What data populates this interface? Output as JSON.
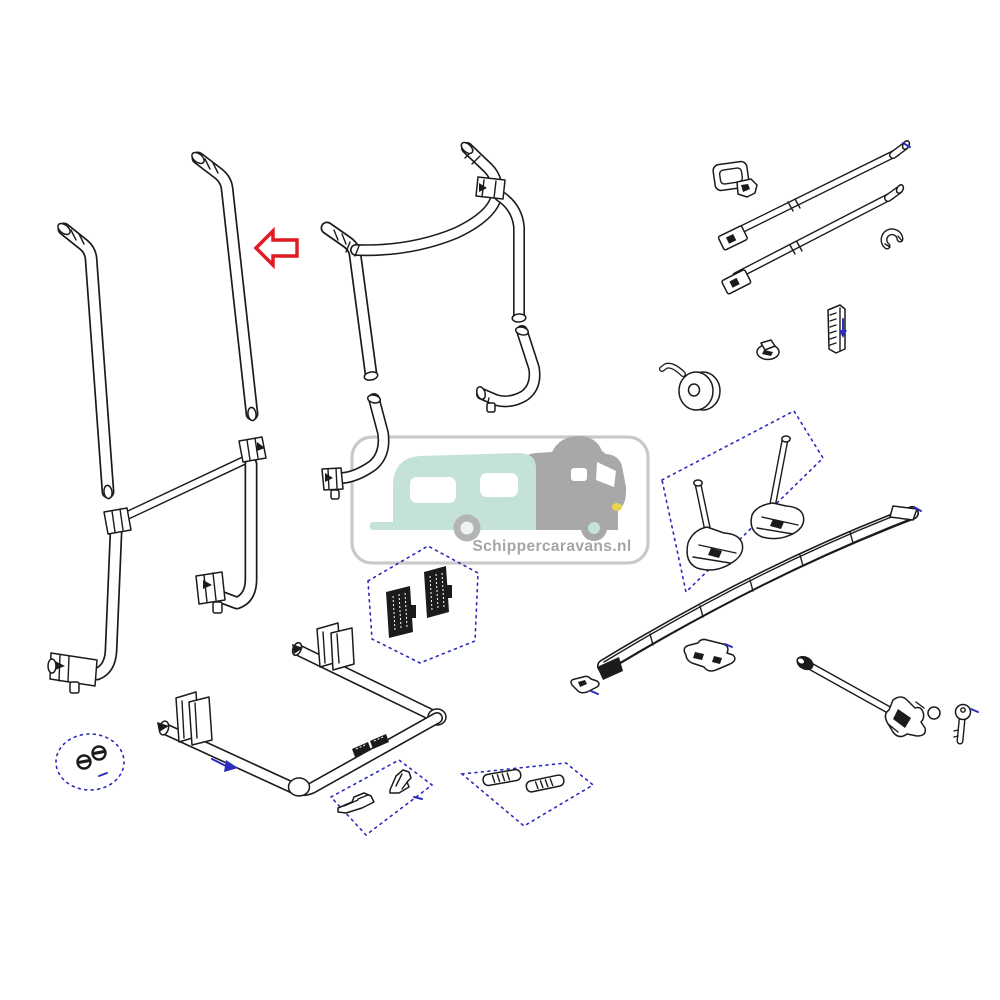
{
  "colors": {
    "line": "#1b1b1b",
    "red": "#e01b24",
    "blue": "#2b2bbd",
    "wm_border": "#c9c9c9",
    "wm_text": "#a5a5a5",
    "teal": "#c4e2da",
    "gray": "#a8a8a8",
    "wheel": "#b4b4b4",
    "wheel_hub": "#eef5f2",
    "yellow": "#e9d34b"
  },
  "watermark": {
    "text": "Schippercaravans.nl"
  },
  "diagram": {
    "type": "exploded-parts-line-drawing",
    "subject": "caravan rear carrier / ladder frame spare parts",
    "highlighted_part": "vertical-rail-highlighted",
    "parts": [
      {
        "name": "vertical-rail-left"
      },
      {
        "name": "vertical-rail-highlighted",
        "highlighted": true
      },
      {
        "name": "top-frame"
      },
      {
        "name": "elbow-tube-left"
      },
      {
        "name": "elbow-tube-right"
      },
      {
        "name": "mid-frame"
      },
      {
        "name": "bottom-frame"
      },
      {
        "name": "rubber-pads-group",
        "boxed": true
      },
      {
        "name": "cap-nuts-group",
        "boxed": true
      },
      {
        "name": "mounting-brackets-group",
        "boxed": true
      },
      {
        "name": "profile-strips-group",
        "boxed": true
      },
      {
        "name": "lever-clamps-group",
        "boxed": true
      },
      {
        "name": "wall-clip"
      },
      {
        "name": "support-bar-upper"
      },
      {
        "name": "support-bar-lower"
      },
      {
        "name": "c-clip"
      },
      {
        "name": "ratchet-plate"
      },
      {
        "name": "wing-nut"
      },
      {
        "name": "strap-roll"
      },
      {
        "name": "curved-rail"
      },
      {
        "name": "rail-clamp"
      },
      {
        "name": "small-clip"
      },
      {
        "name": "locking-rod"
      },
      {
        "name": "key"
      }
    ],
    "blue_callout_targets": [
      "bottom-frame",
      "ratchet-plate",
      "support-bar-upper",
      "curved-rail",
      "rail-clamp",
      "small-clip",
      "key",
      "cap-nuts-group",
      "mounting-brackets-group"
    ]
  }
}
